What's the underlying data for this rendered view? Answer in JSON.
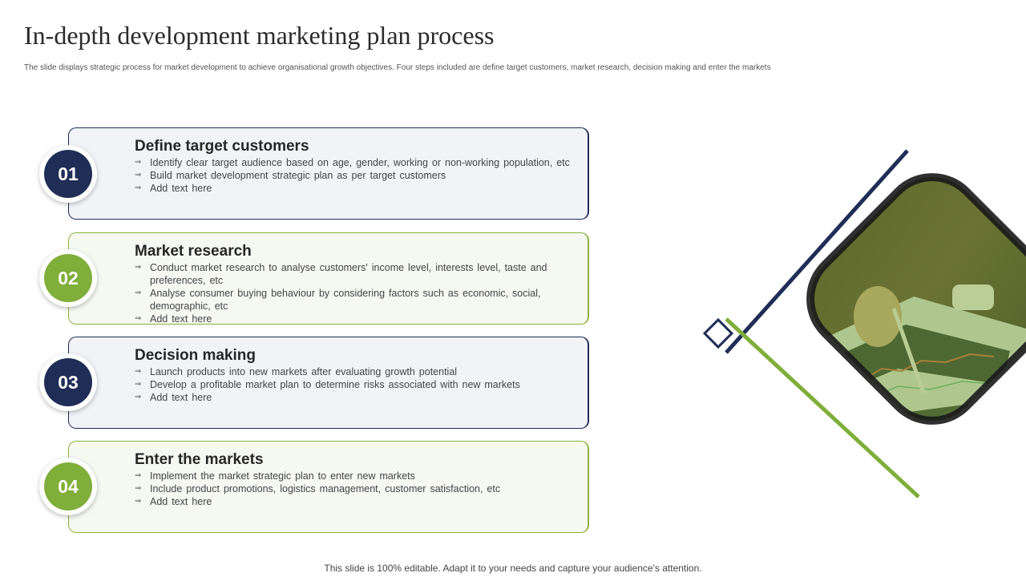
{
  "title": "In-depth development marketing plan process",
  "subtitle": "The slide displays strategic process for market development to achieve organisational growth objectives. Four steps included are define target customers, market research, decision making and enter the markets",
  "steps": [
    {
      "number": "01",
      "title": "Define target customers",
      "bullets": [
        "Identify clear target audience based on age, gender, working or non-working population, etc",
        "Build market development  strategic plan as per target customers",
        "Add text here"
      ]
    },
    {
      "number": "02",
      "title": "Market research",
      "bullets": [
        "Conduct market research to analyse customers' income level, interests level, taste and preferences, etc",
        "Analyse consumer buying behaviour  by considering factors such as economic, social, demographic, etc",
        "Add text here"
      ]
    },
    {
      "number": "03",
      "title": "Decision making",
      "bullets": [
        "Launch products into new markets after evaluating growth potential",
        "Develop a profitable market plan to determine risks associated with new markets",
        "Add text here"
      ]
    },
    {
      "number": "04",
      "title": "Enter the markets",
      "bullets": [
        "Implement the market strategic plan to enter new markets",
        "Include product promotions, logistics management, customer satisfaction, etc",
        "Add text here"
      ]
    }
  ],
  "footer": "This slide is 100% editable. Adapt it to your needs and capture your audience's attention.",
  "colors": {
    "navy": "#1f2d57",
    "green": "#7fae3a"
  },
  "icons": {
    "bullet": "double-arrow-icon"
  }
}
